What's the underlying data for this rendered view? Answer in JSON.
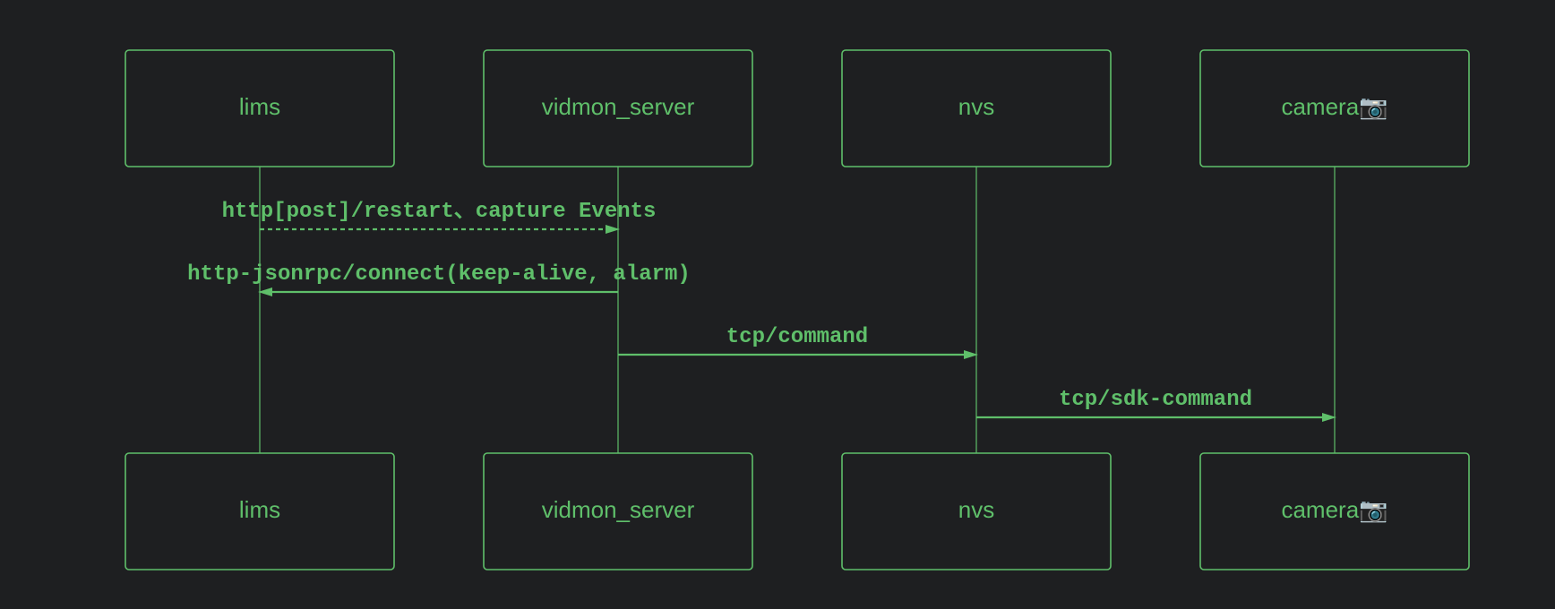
{
  "actors": [
    {
      "id": "lims",
      "label": "lims"
    },
    {
      "id": "vidmon_server",
      "label": "vidmon_server"
    },
    {
      "id": "nvs",
      "label": "nvs"
    },
    {
      "id": "camera",
      "label": "camera📷"
    }
  ],
  "messages": [
    {
      "from": "lims",
      "to": "vidmon_server",
      "label": "http[post]/restart、capture Events",
      "style": "dashed"
    },
    {
      "from": "vidmon_server",
      "to": "lims",
      "label": "http-jsonrpc/connect(keep-alive, alarm)",
      "style": "solid"
    },
    {
      "from": "vidmon_server",
      "to": "nvs",
      "label": "tcp/command",
      "style": "solid"
    },
    {
      "from": "nvs",
      "to": "camera",
      "label": "tcp/sdk-command",
      "style": "solid"
    }
  ]
}
